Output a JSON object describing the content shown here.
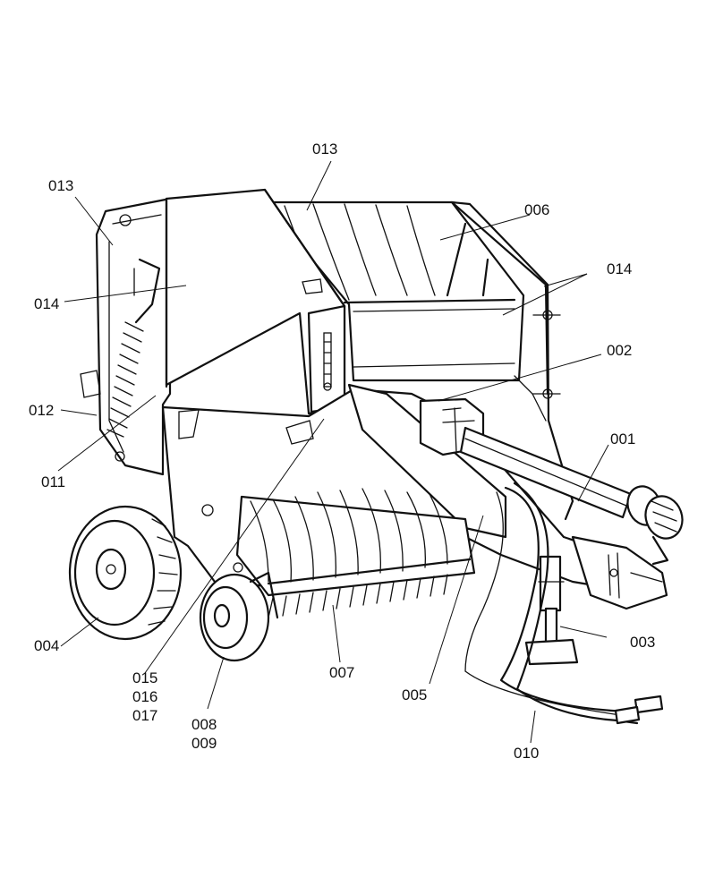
{
  "colors": {
    "ink": "#111111",
    "paper": "#ffffff"
  },
  "callouts": {
    "c001": "001",
    "c002": "002",
    "c003": "003",
    "c004": "004",
    "c005": "005",
    "c006": "006",
    "c007": "007",
    "c008": "008",
    "c009": "009",
    "c010": "010",
    "c011": "011",
    "c012": "012",
    "c013_top": "013",
    "c013_left": "013",
    "c014_left": "014",
    "c014_right": "014",
    "c015": "015",
    "c016": "016",
    "c017": "017"
  }
}
